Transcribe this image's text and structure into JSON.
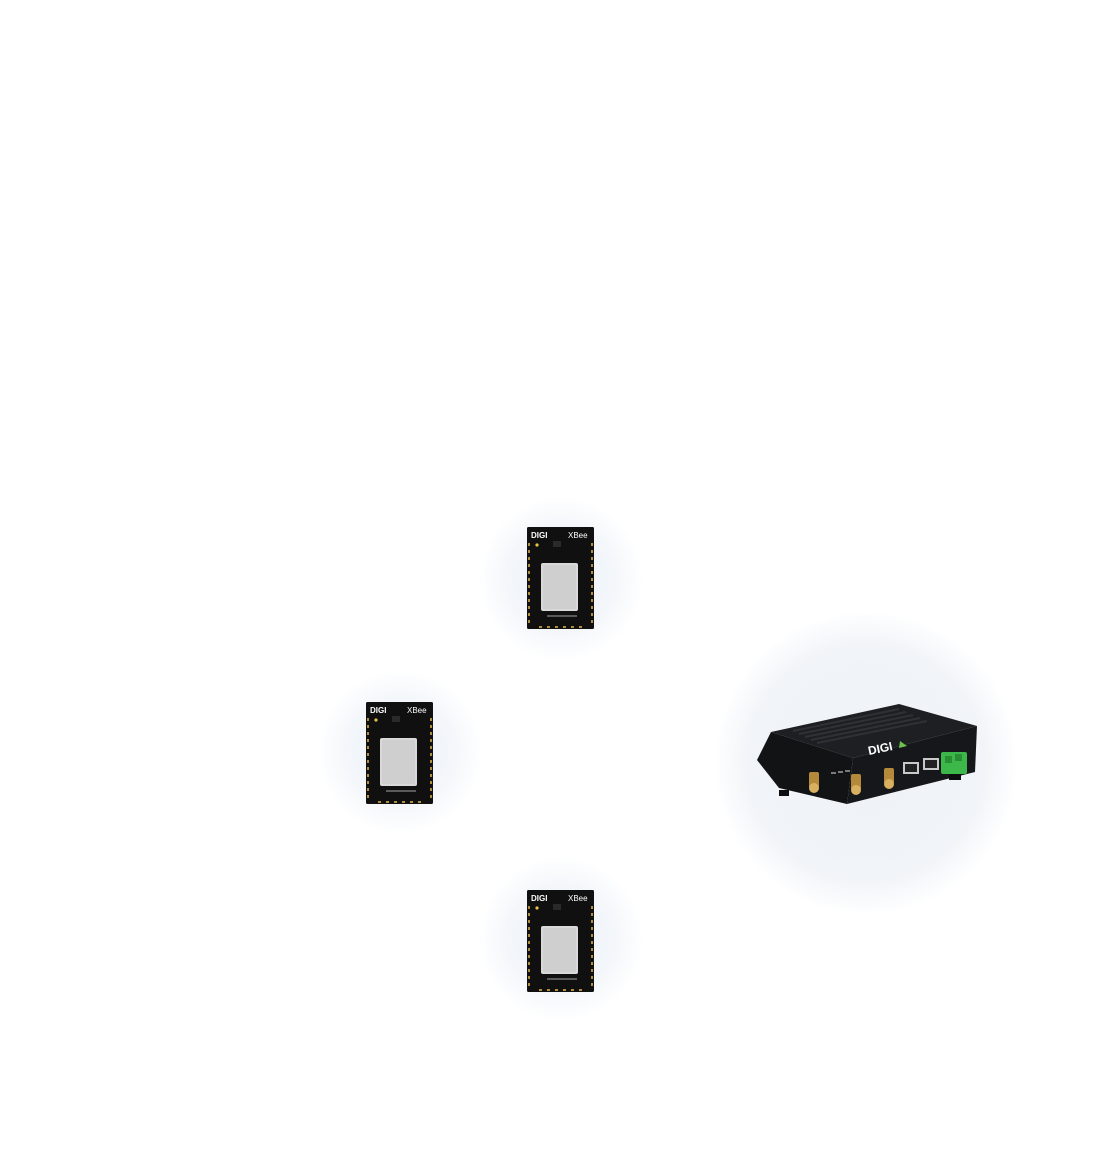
{
  "devices": {
    "module_top": {
      "brand": "DIGI",
      "product": "XBee"
    },
    "module_left": {
      "brand": "DIGI",
      "product": "XBee"
    },
    "module_bottom": {
      "brand": "DIGI",
      "product": "XBee"
    },
    "gateway": {
      "brand": "DIGI",
      "connector_color": "#3cb84a"
    }
  },
  "icons": {
    "module": "xbee-module-icon",
    "gateway": "cellular-router-icon"
  }
}
